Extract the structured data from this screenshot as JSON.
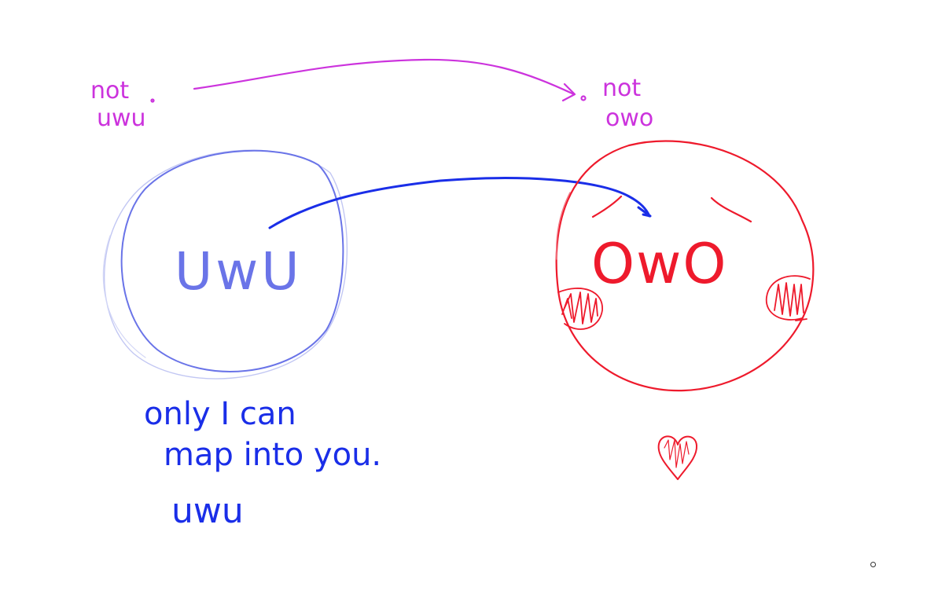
{
  "colors": {
    "purple": "#cc33dd",
    "blue": "#1a2ee8",
    "light_blue": "#6a74e8",
    "faint_blue": "#b7bdf2",
    "red": "#ee1a2c",
    "background": "#ffffff"
  },
  "labels": {
    "not_uwu_line1": "not",
    "not_uwu_line2": "uwu",
    "not_owo_line1": "not",
    "not_owo_line2": "owo",
    "uwu_face": "UwU",
    "owo_face": "OwO",
    "caption_line1": "only I can",
    "caption_line2": "map into you.",
    "caption_line3": "uwu"
  },
  "icons": {
    "heart": "heart-icon",
    "cursor": "cursor-dot-icon"
  }
}
